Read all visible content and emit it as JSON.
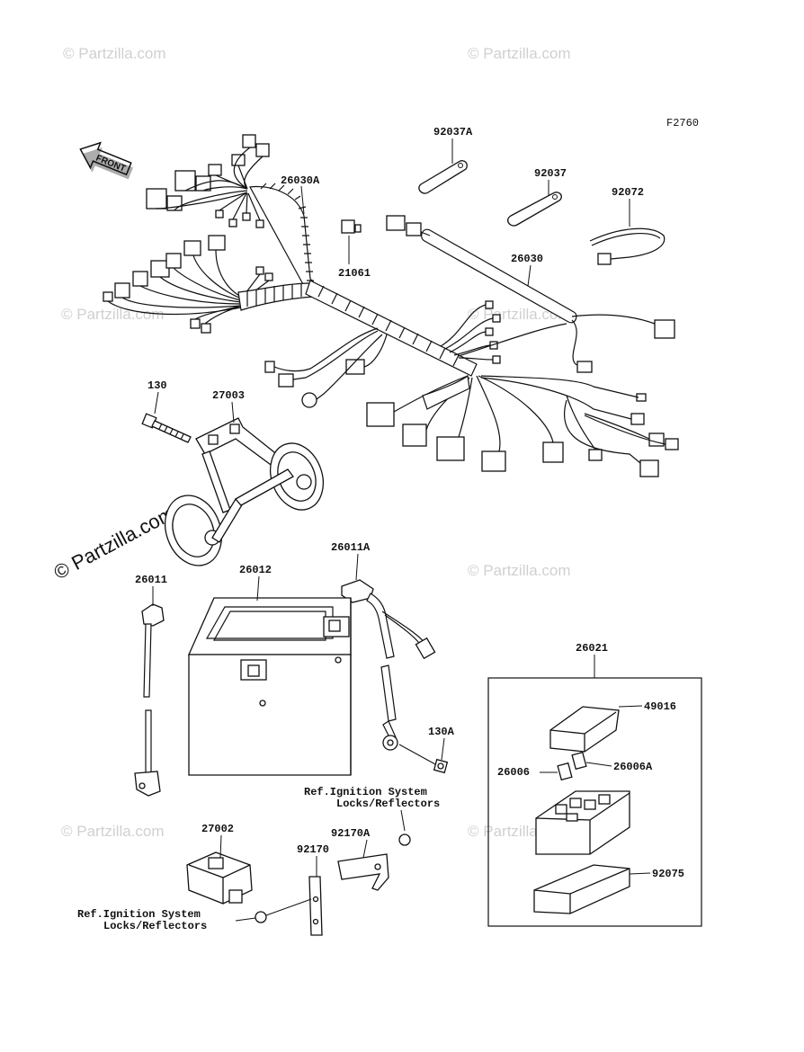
{
  "diagram": {
    "code": "F2760",
    "front_label": "FRONT",
    "watermark": "© Partzilla.com",
    "parts": {
      "p26030A": "26030A",
      "p21061": "21061",
      "p92037A": "92037A",
      "p92037": "92037",
      "p92072": "92072",
      "p26030": "26030",
      "p130": "130",
      "p27003": "27003",
      "p26011A": "26011A",
      "p26011": "26011",
      "p26012": "26012",
      "p130A": "130A",
      "p26021": "26021",
      "p49016": "49016",
      "p26006": "26006",
      "p26006A": "26006A",
      "p92075": "92075",
      "p27002": "27002",
      "p92170": "92170",
      "p92170A": "92170A"
    },
    "refs": {
      "ref1_line1": "Ref.Ignition System",
      "ref1_line2": "Locks/Reflectors",
      "ref2_line1": "Ref.Ignition System",
      "ref2_line2": "Locks/Reflectors"
    }
  }
}
